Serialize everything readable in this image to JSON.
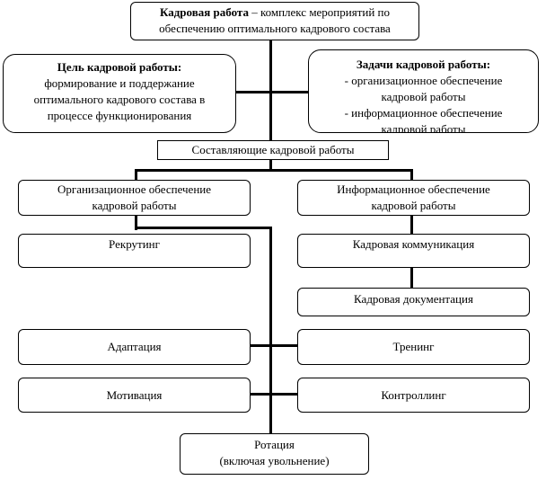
{
  "definition": {
    "term": "Кадровая работа",
    "line1_rest": " – комплекс мероприятий по",
    "line2": "обеспечению оптимального кадрового состава"
  },
  "goal": {
    "title": "Цель кадровой работы:",
    "line1": "формирование и поддержание",
    "line2": "оптимального кадрового состава в",
    "line3": "процессе функционирования"
  },
  "tasks": {
    "title": "Задачи кадровой работы:",
    "line1": "- организационное обеспечение",
    "line2": "кадровой работы",
    "line3": "- информационное обеспечение",
    "line4": "кадровой работы"
  },
  "components": {
    "label": "Составляющие кадровой работы"
  },
  "org": {
    "line1": "Организационное обеспечение",
    "line2": "кадровой работы"
  },
  "info": {
    "line1": "Информационное обеспечение",
    "line2": "кадровой работы"
  },
  "left_items": {
    "recruiting": "Рекрутинг",
    "adaptation": "Адаптация",
    "motivation": "Мотивация"
  },
  "right_items": {
    "communication": "Кадровая коммуникация",
    "documentation": "Кадровая документация",
    "training": "Тренинг",
    "controlling": "Контроллинг"
  },
  "rotation": {
    "line1": "Ротация",
    "line2": "(включая увольнение)"
  }
}
